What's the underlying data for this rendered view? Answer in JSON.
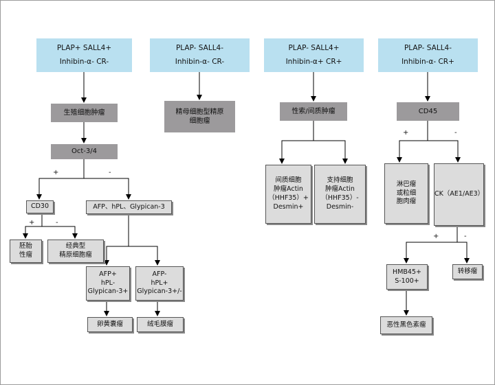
{
  "headers": [
    {
      "line1": "PLAP+  SALL4+",
      "line2": "Inhibin-α-  CR-"
    },
    {
      "line1": "PLAP-  SALL4-",
      "line2": "Inhibin-α-  CR-"
    },
    {
      "line1": "PLAP-  SALL4+",
      "line2": "Inhibin-α+  CR+"
    },
    {
      "line1": "PLAP-  SALL4-",
      "line2": "Inhibin-α-  CR+"
    }
  ],
  "col1": {
    "germ_cell": "生殖细胞肿瘤",
    "oct": "Oct-3/4",
    "plus": "+",
    "minus": "-",
    "cd30": "CD30",
    "afp_group": "AFP、hPL、Glypican-3",
    "cd30_plus": "+",
    "cd30_minus": "-",
    "embryonal": "胚胎\n性瘤",
    "seminoma": "经典型\n精原细胞瘤",
    "afp_pos": "AFP+\nhPL-\nGlypican-3+",
    "afp_neg": "AFP-\nhPL+\nGlypican-3+/-",
    "yolk_sac": "卵黄囊瘤",
    "chorio": "绒毛膜瘤"
  },
  "col2": {
    "spermatocytic": "精母细胞型精原\n细胞瘤"
  },
  "col3": {
    "sex_cord": "性索/间质肿瘤",
    "leydig": "间质细胞\n肿瘤Actin\n（HHF35）+\nDesmin+",
    "sertoli": "支持细胞\n肿瘤Actin\n（HHF35）-\nDesmin-"
  },
  "col4": {
    "cd45": "CD45",
    "plus": "+",
    "minus": "-",
    "lymphoma": "淋巴瘤\n或粒细\n胞肉瘤",
    "ck": "CK（AE1/AE3）",
    "ck_plus": "+",
    "ck_minus": "-",
    "hmb": "HMB45+\nS-100+",
    "metastasis": "转移瘤",
    "melanoma": "恶性黑色素瘤"
  },
  "colors": {
    "header_fill": "#b9e0f0",
    "dark_fill": "#9c9a9c",
    "light_fill": "#dcdcdc",
    "line": "#000000"
  }
}
